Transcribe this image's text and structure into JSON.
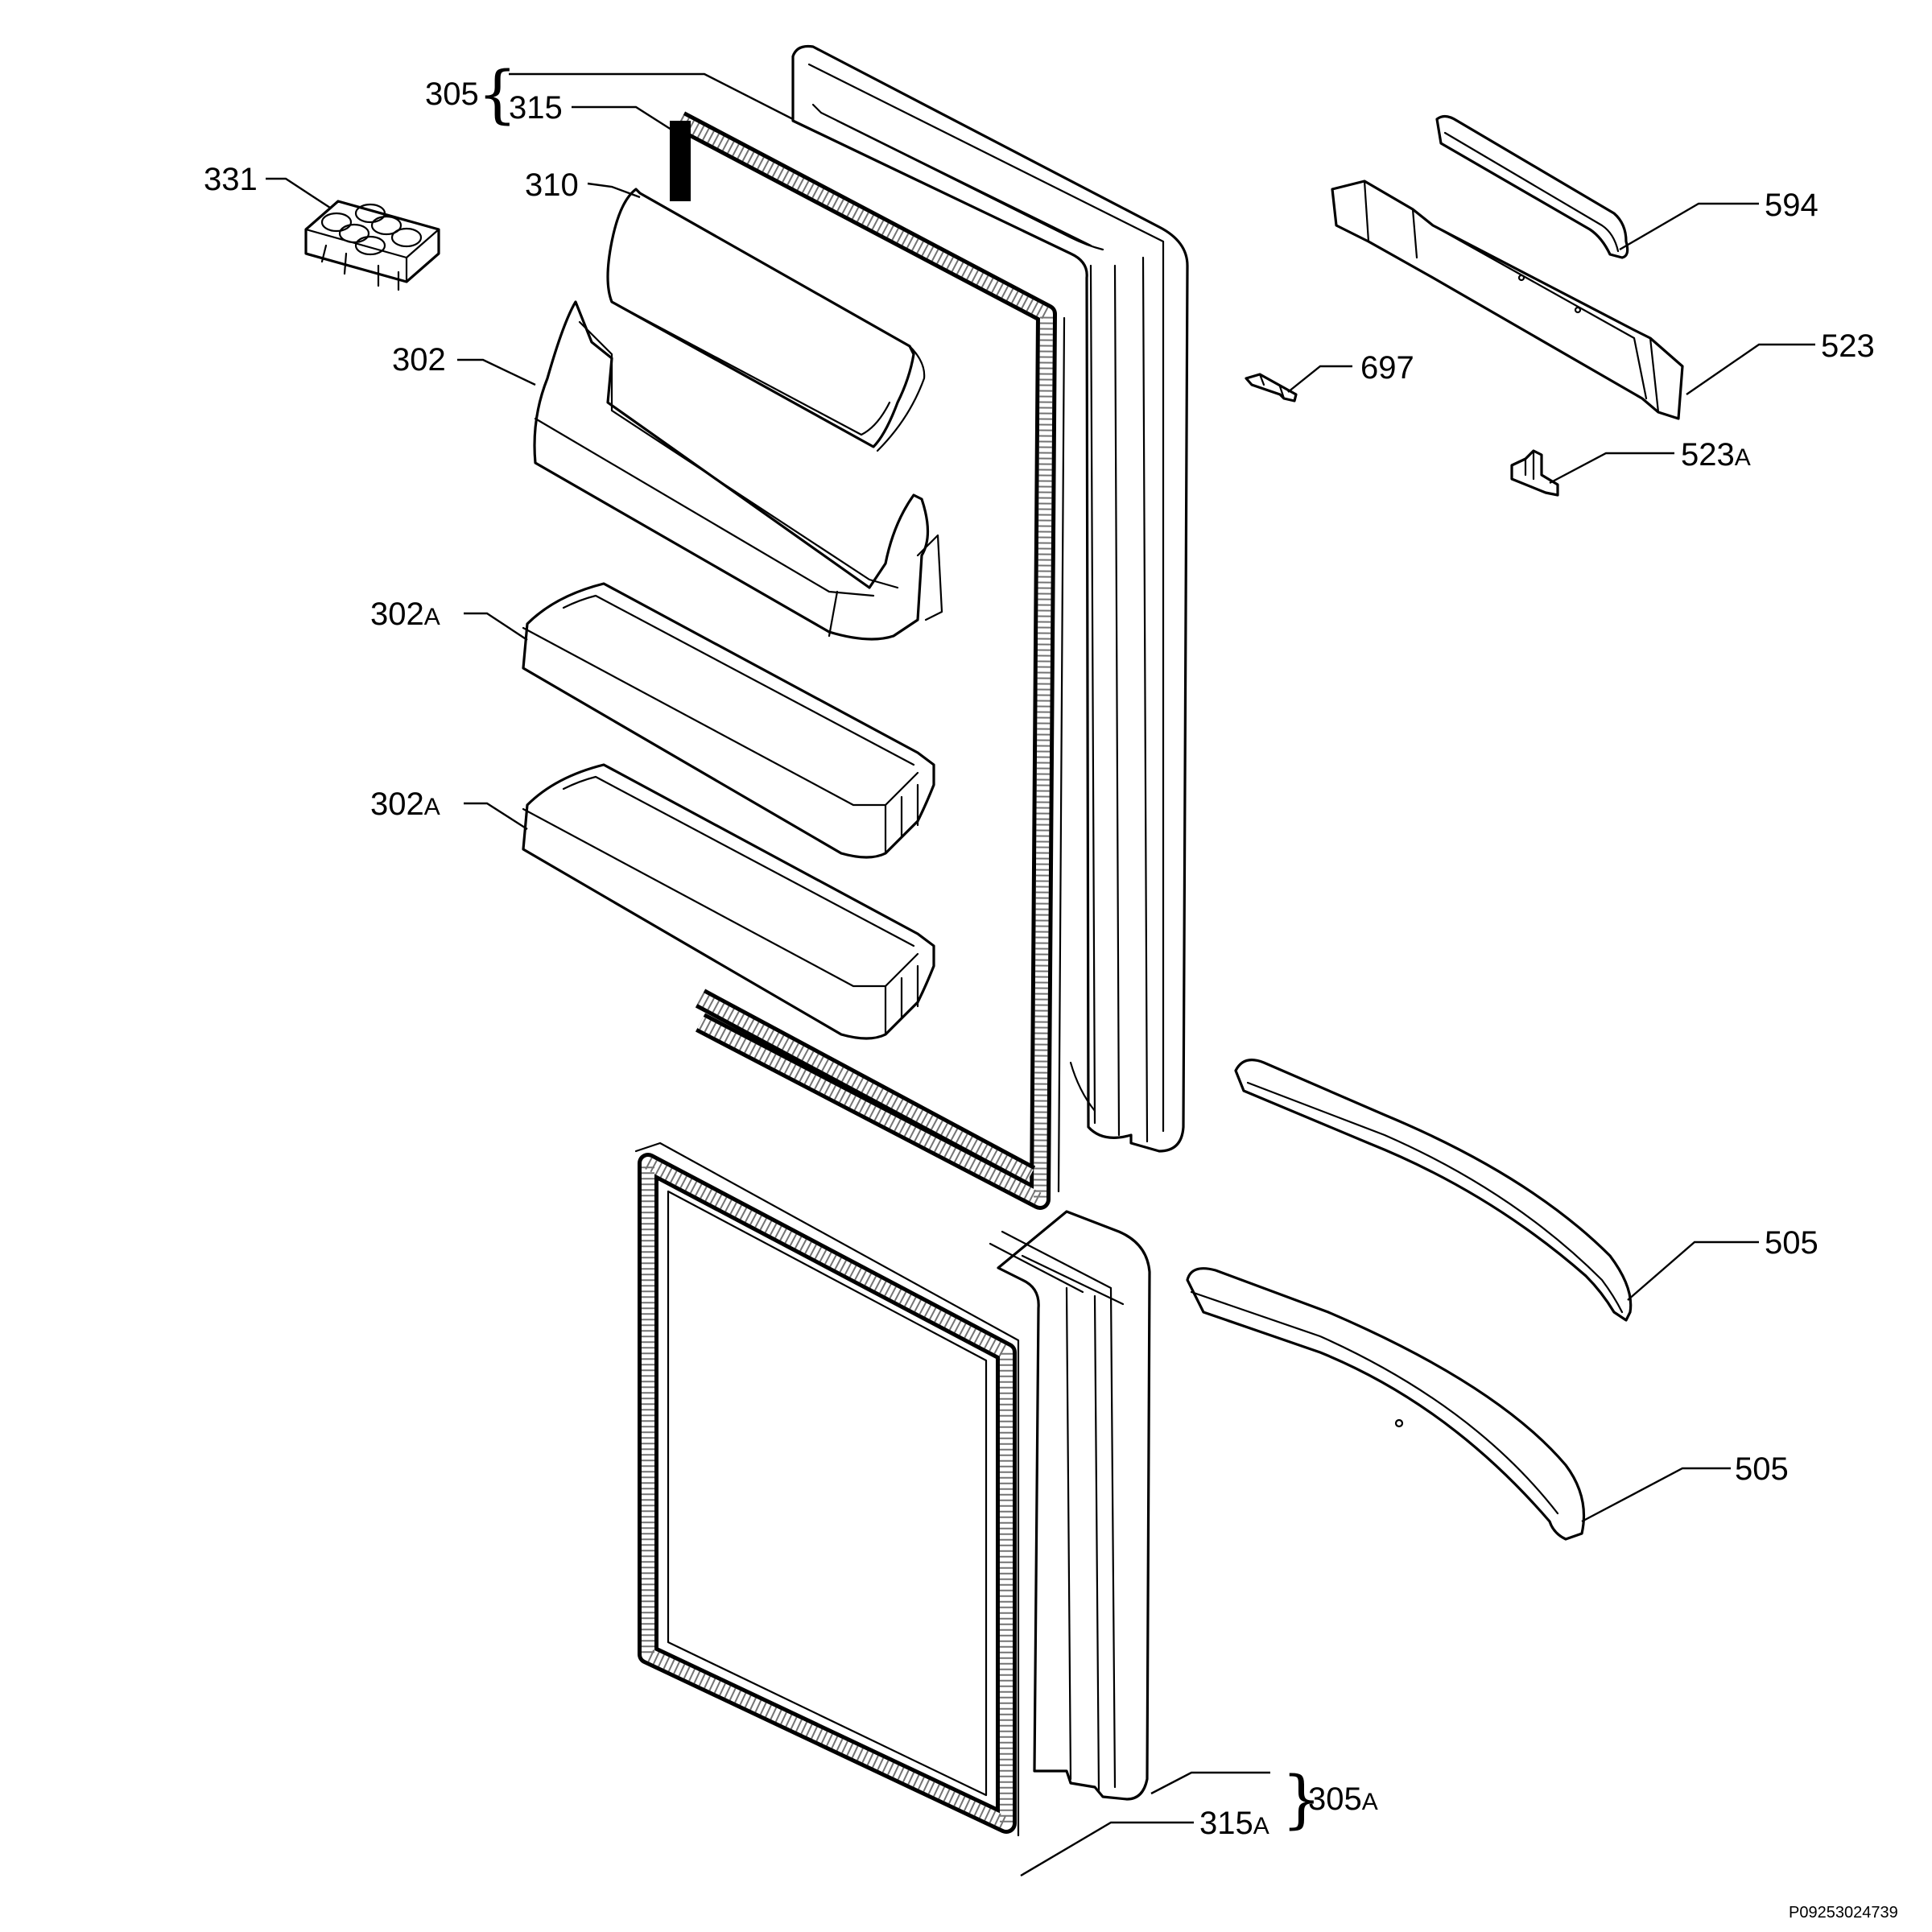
{
  "diagram": {
    "drawing_code": "P09253024739",
    "labels": [
      {
        "id": "305",
        "text": "305",
        "suffix": ""
      },
      {
        "id": "315",
        "text": "315",
        "suffix": ""
      },
      {
        "id": "331",
        "text": "331",
        "suffix": ""
      },
      {
        "id": "310",
        "text": "310",
        "suffix": ""
      },
      {
        "id": "302",
        "text": "302",
        "suffix": ""
      },
      {
        "id": "302a_1",
        "text": "302",
        "suffix": "A"
      },
      {
        "id": "302a_2",
        "text": "302",
        "suffix": "A"
      },
      {
        "id": "594",
        "text": "594",
        "suffix": ""
      },
      {
        "id": "523",
        "text": "523",
        "suffix": ""
      },
      {
        "id": "697",
        "text": "697",
        "suffix": ""
      },
      {
        "id": "523a",
        "text": "523",
        "suffix": "A"
      },
      {
        "id": "505_1",
        "text": "505",
        "suffix": ""
      },
      {
        "id": "505_2",
        "text": "505",
        "suffix": ""
      },
      {
        "id": "305a",
        "text": "305",
        "suffix": "A"
      },
      {
        "id": "315a",
        "text": "315",
        "suffix": "A"
      }
    ]
  }
}
